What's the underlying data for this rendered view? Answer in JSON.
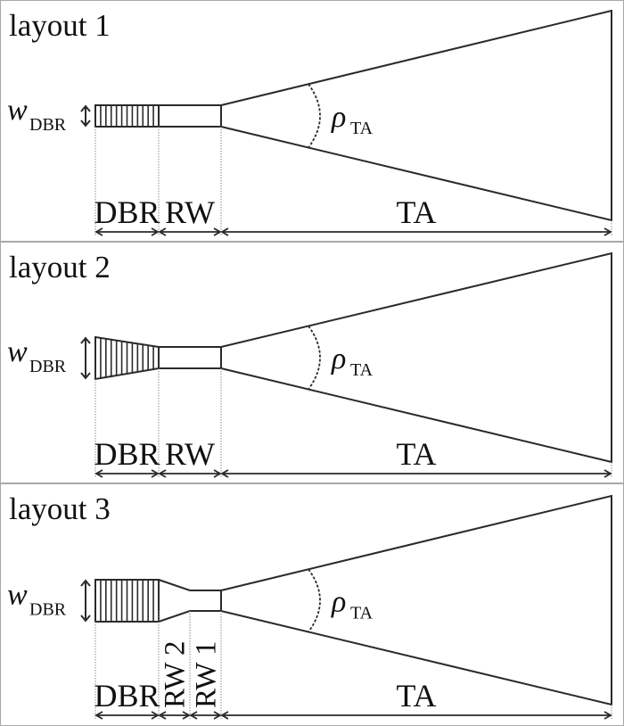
{
  "figure": {
    "panels": [
      {
        "title": "layout 1",
        "width_label": "w",
        "width_sub": "DBR",
        "angle_label": "ρ",
        "angle_sub": "TA",
        "dbr_shape": "rectangular",
        "rw_shape": "straight",
        "sections": [
          "DBR",
          "RW",
          "TA"
        ]
      },
      {
        "title": "layout 2",
        "width_label": "w",
        "width_sub": "DBR",
        "angle_label": "ρ",
        "angle_sub": "TA",
        "dbr_shape": "tapered",
        "rw_shape": "straight",
        "sections": [
          "DBR",
          "RW",
          "TA"
        ]
      },
      {
        "title": "layout 3",
        "width_label": "w",
        "width_sub": "DBR",
        "angle_label": "ρ",
        "angle_sub": "TA",
        "dbr_shape": "wide-rectangular",
        "rw_shape": "tapered + straight",
        "sections": [
          "DBR",
          "RW 2",
          "RW 1",
          "TA"
        ]
      }
    ]
  }
}
